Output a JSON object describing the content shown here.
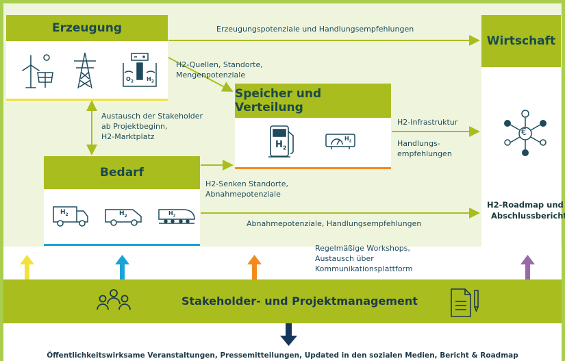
{
  "nodes": {
    "erzeugung": "Erzeugung",
    "wirtschaft": "Wirtschaft",
    "speicher": "Speicher und Verteilung",
    "bedarf": "Bedarf",
    "management": "Stakeholder- und Projektmanagement"
  },
  "labels": {
    "erzeugungspotenziale": "Erzeugungspotenziale und Handlungsempfehlungen",
    "h2_quellen_1": "H2-Quellen, Standorte,",
    "h2_quellen_2": "Mengenpotenziale",
    "austausch_1": "Austausch der Stakeholder",
    "austausch_2": "ab Projektbeginn,",
    "austausch_3": "H2-Marktplatz",
    "h2_infrastruktur": "H2-Infrastruktur",
    "handlungs_1": "Handlungs-",
    "handlungs_2": "empfehlungen",
    "senken_1": "H2-Senken Standorte,",
    "senken_2": "Abnahmepotenziale",
    "abnahme": "Abnahmepotenziale, Handlungsempfehlungen",
    "roadmap_1": "H2-Roadmap und",
    "roadmap_2": "Abschlussbericht",
    "workshops_1": "Regelmäßige Workshops,",
    "workshops_2": "Austausch über",
    "workshops_3": "Kommunikationsplattform",
    "bottom": "Öffentlichkeitswirksame Veranstaltungen, Pressemitteilungen, Updated in den sozialen Medien, Bericht & Roadmap"
  },
  "icon_text": {
    "h2": "H",
    "h2_sub": "2",
    "o2": "O",
    "euro": "€"
  },
  "colors": {
    "header_green": "#a9bd1f",
    "arrow_green": "#a9bd1f",
    "frame_green": "#a9cd4c",
    "band": "#eff5dd",
    "dark_teal": "#1d4a5c",
    "yellow": "#f2e23a",
    "blue": "#1aa3d8",
    "orange": "#f28a1e",
    "purple": "#9a6aa8",
    "navy": "#17365d"
  },
  "icons": [
    "wind-turbine-icon",
    "solar-panel-icon",
    "power-pylon-icon",
    "electrolyzer-icon",
    "h2-fuel-station-icon",
    "pressure-gauge-icon",
    "h2-truck-icon",
    "h2-van-icon",
    "h2-train-icon",
    "euro-network-icon",
    "stakeholder-group-icon",
    "document-pen-icon"
  ]
}
